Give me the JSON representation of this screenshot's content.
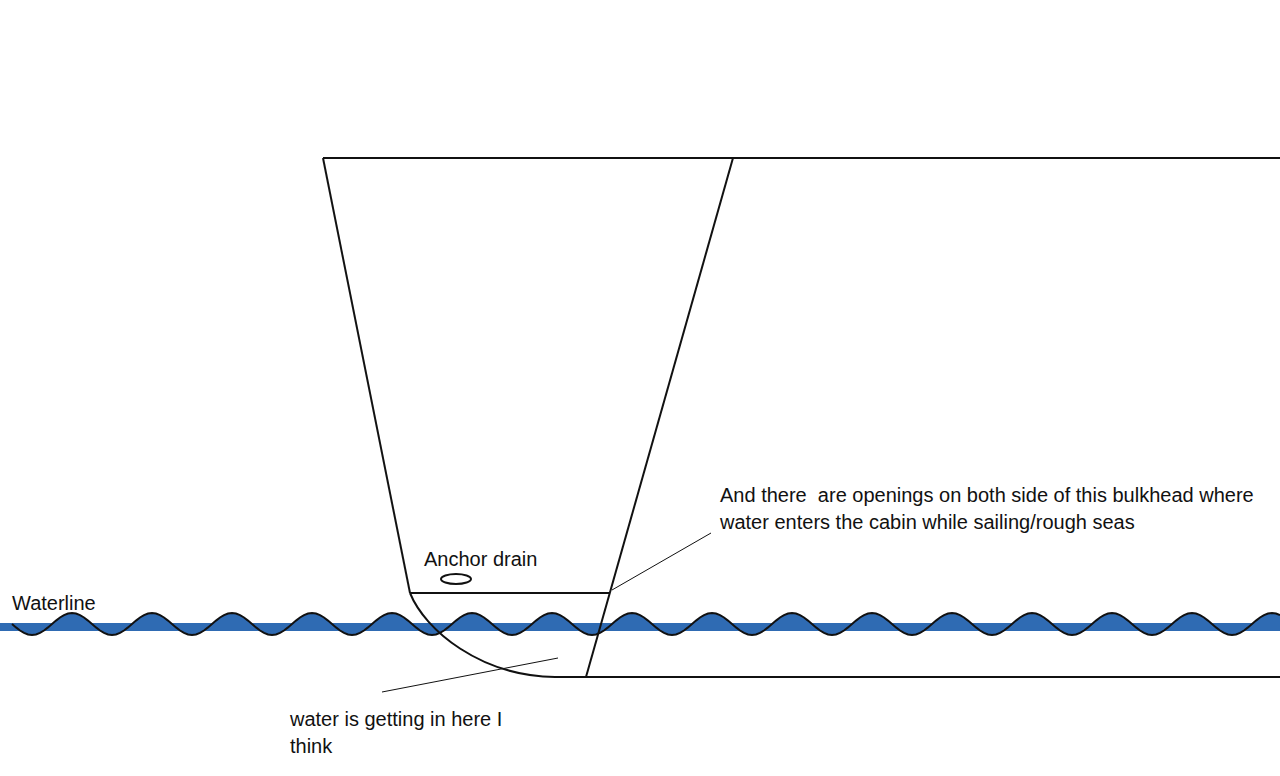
{
  "diagram": {
    "labels": [
      "Anchor drain",
      "Waterline",
      "And there  are openings on both side of this bulkhead where water enters the cabin while sailing/rough seas",
      "water is getting in here I think"
    ]
  }
}
